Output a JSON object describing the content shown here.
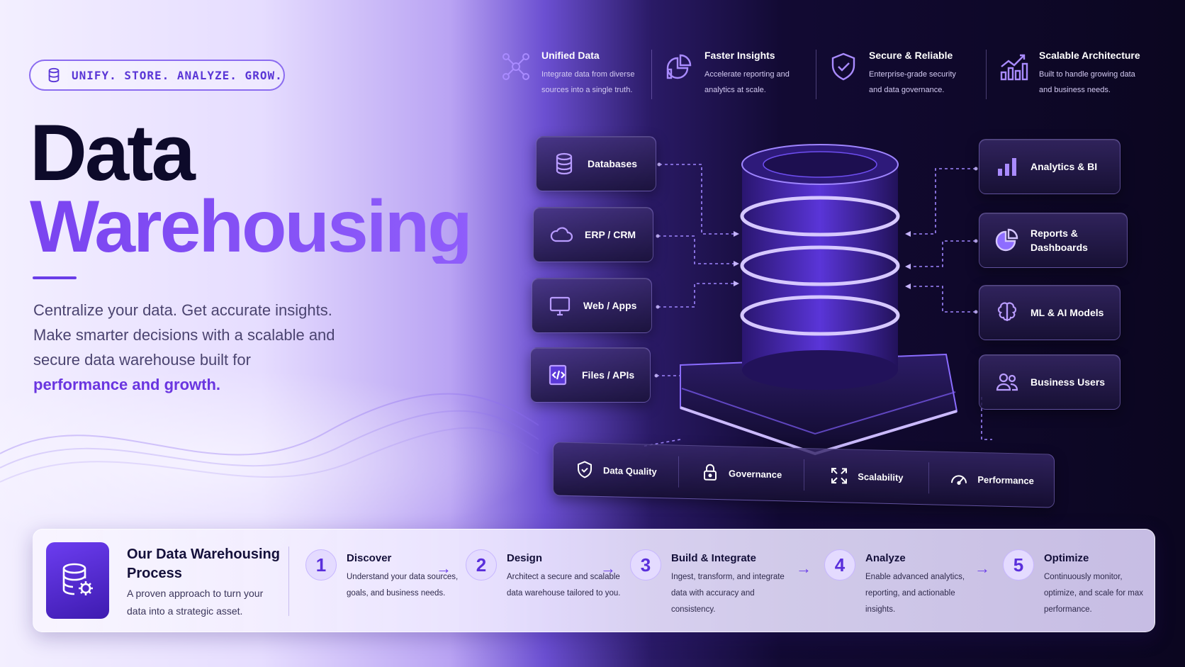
{
  "tagline": {
    "text": "UNIFY. STORE. ANALYZE. GROW.",
    "icon": "database-icon"
  },
  "hero": {
    "title_line1": "Data",
    "title_line2": "Warehousing",
    "description": "Centralize your data. Get accurate insights. Make smarter decisions with a scalable and secure data warehouse built for",
    "description_accent": "performance and growth."
  },
  "features": [
    {
      "icon": "network-icon",
      "title": "Unified Data",
      "desc": "Integrate data from diverse sources into a single truth."
    },
    {
      "icon": "chart-pie-icon",
      "title": "Faster Insights",
      "desc": "Accelerate reporting and analytics at scale."
    },
    {
      "icon": "shield-check-icon",
      "title": "Secure & Reliable",
      "desc": "Enterprise-grade security and data governance."
    },
    {
      "icon": "growth-chart-icon",
      "title": "Scalable Architecture",
      "desc": "Built to handle growing data and business needs."
    }
  ],
  "sources": [
    {
      "icon": "database-icon",
      "label": "Databases"
    },
    {
      "icon": "cloud-icon",
      "label": "ERP / CRM"
    },
    {
      "icon": "monitor-icon",
      "label": "Web / Apps"
    },
    {
      "icon": "code-file-icon",
      "label": "Files / APIs"
    }
  ],
  "destinations": [
    {
      "icon": "bar-chart-icon",
      "label": "Analytics & BI"
    },
    {
      "icon": "pie-chart-icon",
      "label": "Reports & Dashboards"
    },
    {
      "icon": "brain-icon",
      "label": "ML & AI Models"
    },
    {
      "icon": "users-icon",
      "label": "Business Users"
    }
  ],
  "pillars": [
    {
      "icon": "shield-icon",
      "label": "Data Quality"
    },
    {
      "icon": "lock-icon",
      "label": "Governance"
    },
    {
      "icon": "expand-icon",
      "label": "Scalability"
    },
    {
      "icon": "gauge-icon",
      "label": "Performance"
    }
  ],
  "process": {
    "title": "Our Data Warehousing Process",
    "subtitle": "A proven approach to turn your data into a strategic asset.",
    "steps": [
      {
        "num": "1",
        "title": "Discover",
        "desc": "Understand your data sources, goals, and business needs."
      },
      {
        "num": "2",
        "title": "Design",
        "desc": "Architect a secure and scalable data warehouse tailored to you."
      },
      {
        "num": "3",
        "title": "Build & Integrate",
        "desc": "Ingest, transform, and integrate data with accuracy and consistency."
      },
      {
        "num": "4",
        "title": "Analyze",
        "desc": "Enable advanced analytics, reporting, and actionable insights."
      },
      {
        "num": "5",
        "title": "Optimize",
        "desc": "Continuously monitor, optimize, and scale for max performance."
      }
    ]
  },
  "colors": {
    "accent": "#6a3de8",
    "dark": "#0d0a2a",
    "purple_light": "#8f5dfb"
  }
}
